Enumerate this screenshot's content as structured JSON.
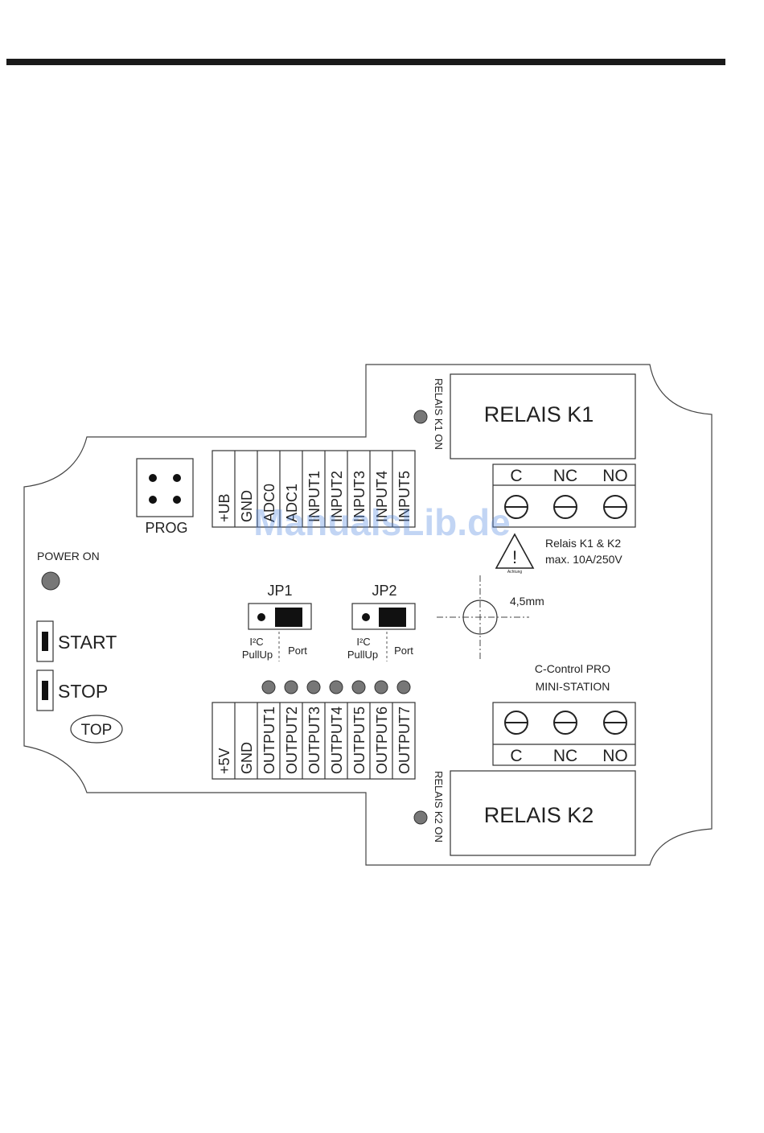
{
  "labels": {
    "prog": "PROG",
    "power_on": "POWER ON",
    "start": "START",
    "stop": "STOP",
    "top": "TOP",
    "jp1": "JP1",
    "jp2": "JP2",
    "i2c": "I²C",
    "pullup": "PullUp",
    "port": "Port",
    "relais_k1": "RELAIS K1",
    "relais_k2": "RELAIS K2",
    "relais_k1_on": "RELAIS K1 ON",
    "relais_k2_on": "RELAIS K2 ON",
    "relay_warning_line1": "Relais K1 & K2",
    "relay_warning_line2": "max. 10A/250V",
    "warning_symbol": "!",
    "warning_caption": "Achtung",
    "hole_size": "4,5mm",
    "station_line1": "C-Control PRO",
    "station_line2": "MINI-STATION",
    "watermark": "ManualsLib.de"
  },
  "input_terminals": [
    "+UB",
    "GND",
    "ADC0",
    "ADC1",
    "INPUT1",
    "INPUT2",
    "INPUT3",
    "INPUT4",
    "INPUT5"
  ],
  "output_terminals": [
    "+5V",
    "GND",
    "OUTPUT1",
    "OUTPUT2",
    "OUTPUT3",
    "OUTPUT4",
    "OUTPUT5",
    "OUTPUT6",
    "OUTPUT7"
  ],
  "relay_contacts": [
    "C",
    "NC",
    "NO"
  ],
  "colors": {
    "line": "#333333",
    "led": "#777777",
    "header_bar": "#1a1a1a",
    "watermark": "#4f86e0"
  }
}
